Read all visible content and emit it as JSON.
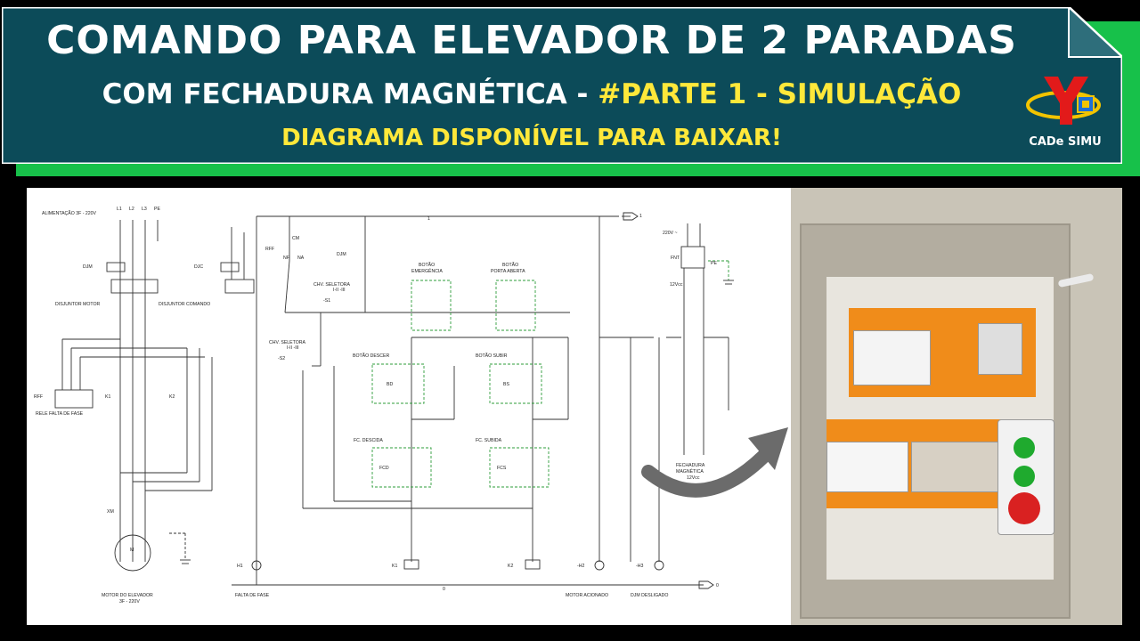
{
  "banner": {
    "title_line1": "COMANDO PARA ELEVADOR DE 2 PARADAS",
    "title_line2_white": "COM FECHADURA MAGNÉTICA - ",
    "title_line2_highlight": "#PARTE 1 - SIMULAÇÃO",
    "title_line3": "DIAGRAMA DISPONÍVEL PARA BAIXAR!",
    "logo_text": "CADe SIMU",
    "colors": {
      "panel": "#0c4b59",
      "shadow": "#17c14a",
      "highlight": "#ffe83a"
    }
  },
  "diagram": {
    "supply": "ALIMENTAÇÃO 3F - 220V",
    "phases": [
      "L1",
      "L2",
      "L3",
      "PE"
    ],
    "djm": "DJM",
    "djc": "DJC",
    "disjuntor_motor": "DISJUNTOR MOTOR",
    "disjuntor_comando": "DISJUNTOR COMANDO",
    "rff": "RFF",
    "rele_falta_fase": "RELE FALTA DE FASE",
    "k1": "K1",
    "k2": "K2",
    "xm": "XM",
    "motor": "M",
    "motor_label": "MOTOR DO ELEVADOR",
    "motor_spec": "3F - 220V",
    "chv_seletora": "CHV. SELETORA",
    "chv_positions": "I-II  -III",
    "s1": "-S1",
    "s2": "-S2",
    "botao_emergencia_1": "BOTÃO",
    "botao_emergencia_2": "EMERGÊNCIA",
    "botao_porta_1": "BOTÃO",
    "botao_porta_2": "PORTA ABERTA",
    "botao_descer": "BOTÃO DESCER",
    "botao_subir": "BOTÃO SUBIR",
    "bd": "BD",
    "bs": "BS",
    "fc_descida": "FC. DESCIDA",
    "fc_subida": "FC. SUBIDA",
    "fcd": "FCD",
    "fcs": "FCS",
    "h1": "H1",
    "h2": "-H2",
    "h3": "-H3",
    "falta_fase": "FALTA DE FASE",
    "motor_acionado": "MOTOR ACIONADO",
    "djm_desligado": "DJM DESLIGADO",
    "v220": "220V ~",
    "fnt": "FNT",
    "pe": "PE",
    "v12": "12Vcc",
    "fechadura_1": "FECHADURA",
    "fechadura_2": "MAGNÉTICA",
    "fechadura_3": "12Vcc",
    "line_1": "1",
    "line_0": "0",
    "cm": "CM",
    "nf": "NF",
    "na": "NA"
  }
}
